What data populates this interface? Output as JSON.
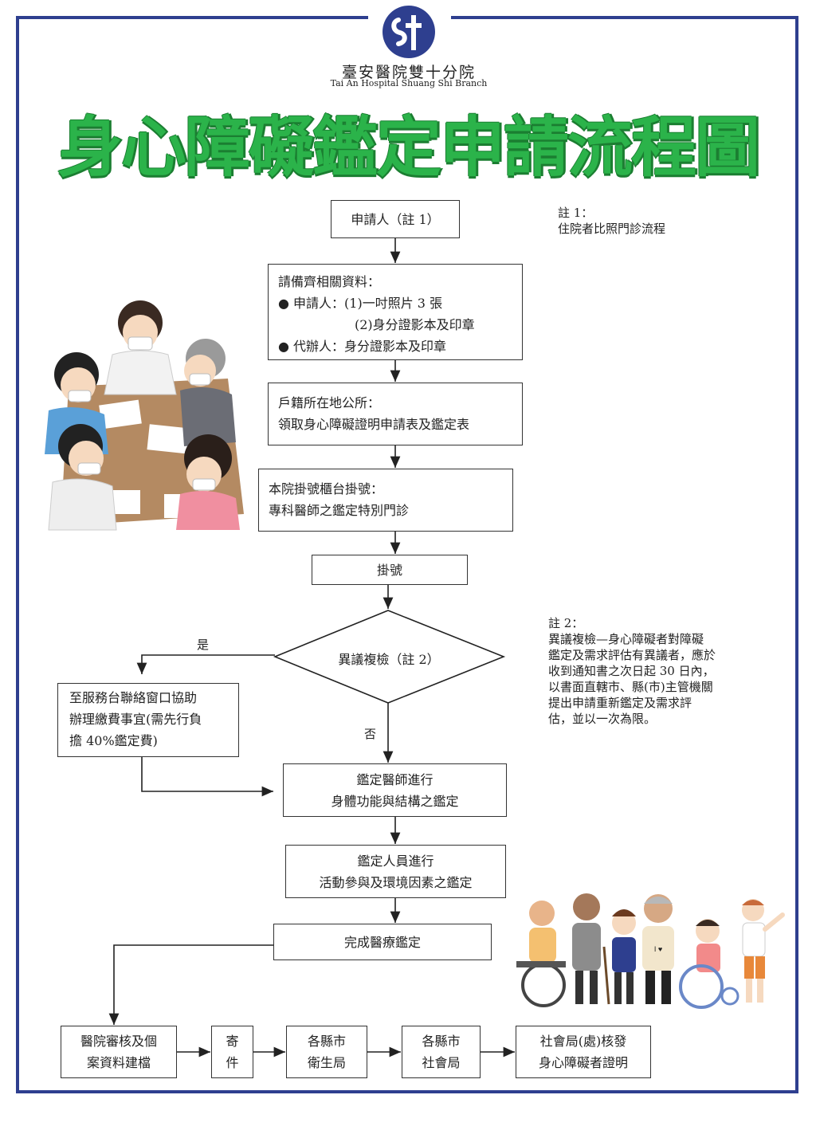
{
  "header": {
    "hospital_name": "臺安醫院雙十分院",
    "hospital_name_en": "Tai An Hospital Shuang Shi Branch",
    "title": "身心障礙鑑定申請流程圖"
  },
  "colors": {
    "frame": "#2e3f8f",
    "title_green": "#2bb34a",
    "logo_blue": "#2e3f8f"
  },
  "flow": {
    "applicant": "申請人（註 1）",
    "documents": {
      "heading": "請備齊相關資料：",
      "line1": "● 申請人：(1)一吋照片 3 張",
      "line2": "(2)身分證影本及印章",
      "line3": "● 代辦人：身分證影本及印章"
    },
    "district_office": {
      "line1": "戶籍所在地公所：",
      "line2": "領取身心障礙證明申請表及鑑定表"
    },
    "hospital_counter": {
      "line1": "本院掛號櫃台掛號：",
      "line2": "專科醫師之鑑定特別門診"
    },
    "register": "掛號",
    "decision": "異議複檢（註 2）",
    "yes_label": "是",
    "no_label": "否",
    "service_desk": {
      "line1": "至服務台聯絡窗口協助",
      "line2": "辦理繳費事宜(需先行負",
      "line3": "擔 40%鑑定費)"
    },
    "doctor_assess": {
      "line1": "鑑定醫師進行",
      "line2": "身體功能與結構之鑑定"
    },
    "staff_assess": {
      "line1": "鑑定人員進行",
      "line2": "活動參與及環境因素之鑑定"
    },
    "complete": "完成醫療鑑定",
    "bottom": {
      "review": {
        "line1": "醫院審核及個",
        "line2": "案資料建檔"
      },
      "mail": {
        "line1": "寄",
        "line2": "件"
      },
      "health_bureau": {
        "line1": "各縣市",
        "line2": "衛生局"
      },
      "social_bureau": {
        "line1": "各縣市",
        "line2": "社會局"
      },
      "issue": {
        "line1": "社會局(處)核發",
        "line2": "身心障礙者證明"
      }
    }
  },
  "notes": {
    "note1": {
      "title": "註 1：",
      "line1": "住院者比照門診流程"
    },
    "note2": {
      "title": "註 2：",
      "line1": "異議複檢—身心障礙者對障礙",
      "line2": "鑑定及需求評估有異議者，應於",
      "line3": "收到通知書之次日起 30 日內，",
      "line4": "以書面直轄市、縣(市)主管機關",
      "line5": "提出申請重新鑑定及需求評",
      "line6": "估，並以一次為限。"
    }
  },
  "illustrations": {
    "top": "meeting-with-masks-illustration",
    "bottom": "disabled-people-group-illustration",
    "logo": "cross-logo-icon"
  }
}
